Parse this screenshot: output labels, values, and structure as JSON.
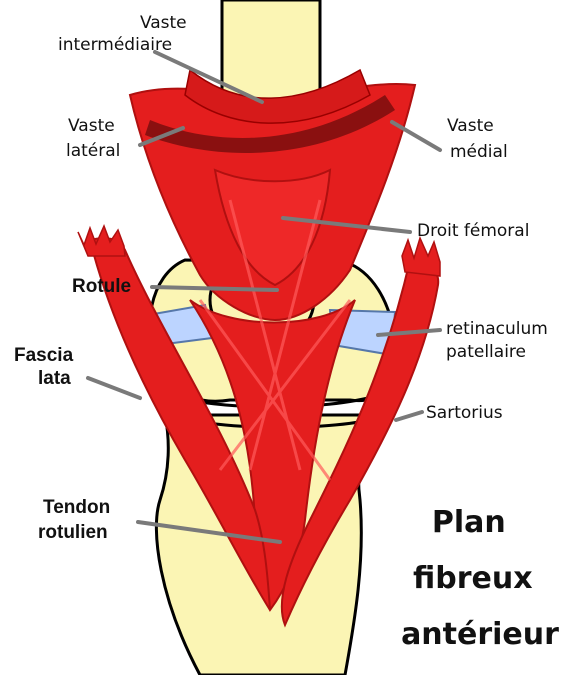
{
  "title_lines": [
    "Plan",
    "fibreux",
    "antérieur"
  ],
  "labels": {
    "vaste_intermediaire": [
      "Vaste",
      "intermédiaire"
    ],
    "vaste_lateral": [
      "Vaste",
      "latéral"
    ],
    "vaste_medial": [
      "Vaste",
      "médial"
    ],
    "droit_femoral": "Droit fémoral",
    "rotule": "Rotule",
    "retinaculum": [
      "retinaculum",
      "patellaire"
    ],
    "fascia_lata": [
      "Fascia",
      "lata"
    ],
    "sartorius": "Sartorius",
    "tendon_rotulien": [
      "Tendon",
      "rotulien"
    ]
  },
  "colors": {
    "bone": "#fbf5b4",
    "muscle": "#e41e1e",
    "muscle_dark": "#b01010",
    "retinaculum": "#bcd4ff",
    "leader": "#7a7a7a",
    "outline": "#000000"
  }
}
